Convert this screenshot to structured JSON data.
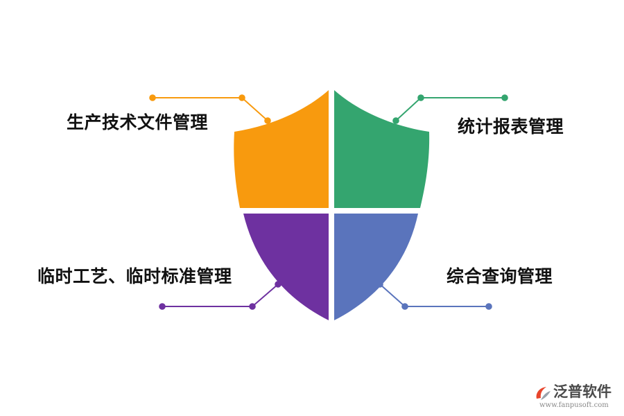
{
  "shield": {
    "quadrants": [
      {
        "id": "top-left",
        "label": "生产技术文件管理",
        "color": "#F89A0E"
      },
      {
        "id": "top-right",
        "label": "统计报表管理",
        "color": "#34A56F"
      },
      {
        "id": "bottom-left",
        "label": "临时工艺、临时标准管理",
        "color": "#6E31A0"
      },
      {
        "id": "bottom-right",
        "label": "综合查询管理",
        "color": "#5A74BC"
      }
    ]
  },
  "logo": {
    "name": "泛普软件",
    "url": "www.fanpusoft.com",
    "color": "#E8452C"
  }
}
